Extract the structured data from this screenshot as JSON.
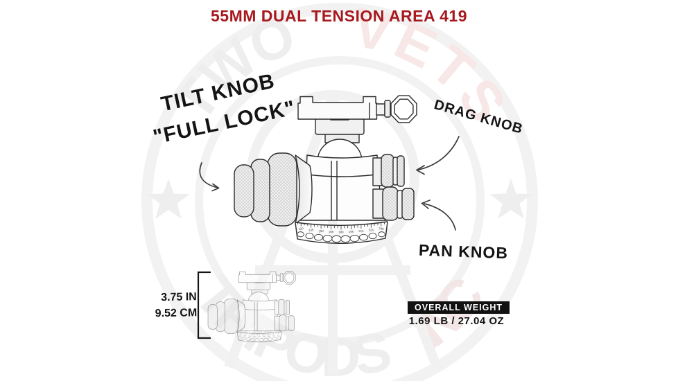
{
  "title": {
    "text": "55MM DUAL TENSION AREA 419",
    "color": "#a6191e"
  },
  "labels": {
    "tilt_line1": "TILT KNOB",
    "tilt_line2": "\"FULL LOCK\"",
    "drag": "DRAG KNOB",
    "pan": "PAN KNOB"
  },
  "dimensions": {
    "inches": "3.75 IN",
    "centimeters": "9.52 CM"
  },
  "weight": {
    "heading": "OVERALL WEIGHT",
    "value": "1.69 LB / 27.04 OZ"
  },
  "watermark": {
    "top_left": "TWO",
    "top_right": "VETS",
    "bottom_left": "TRIPODS",
    "bottom_right": "INC"
  },
  "diagram": {
    "scale_labels": [
      "120",
      "135",
      "150",
      "165",
      "180",
      "195",
      "210",
      "225",
      "240"
    ],
    "tick_count": 27,
    "hole_count": 10
  },
  "colors": {
    "accent_red": "#a6191e",
    "ink": "#141414",
    "line": "#2b2b2b",
    "watermark_gray": "#efefef",
    "watermark_pink": "#f7e7e7"
  }
}
